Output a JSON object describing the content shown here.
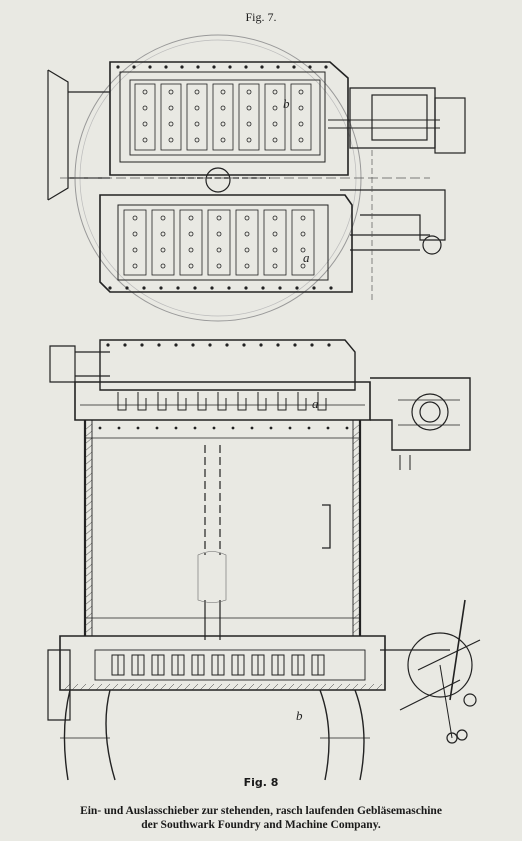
{
  "figures": {
    "top": {
      "title": "Fig. 7."
    },
    "bottom": {
      "title": "Fig. 8"
    }
  },
  "labels": {
    "b_top": "b",
    "a_top": "a",
    "a_bottom": "a",
    "b_bottom": "b"
  },
  "caption": {
    "line1": "Ein- und Auslasschieber zur stehenden, rasch laufenden Gebläsemaschine",
    "line2": "der Southwark Foundry and Machine Company."
  },
  "colors": {
    "paper": "#e9e9e3",
    "ink": "#1a1a1a"
  }
}
